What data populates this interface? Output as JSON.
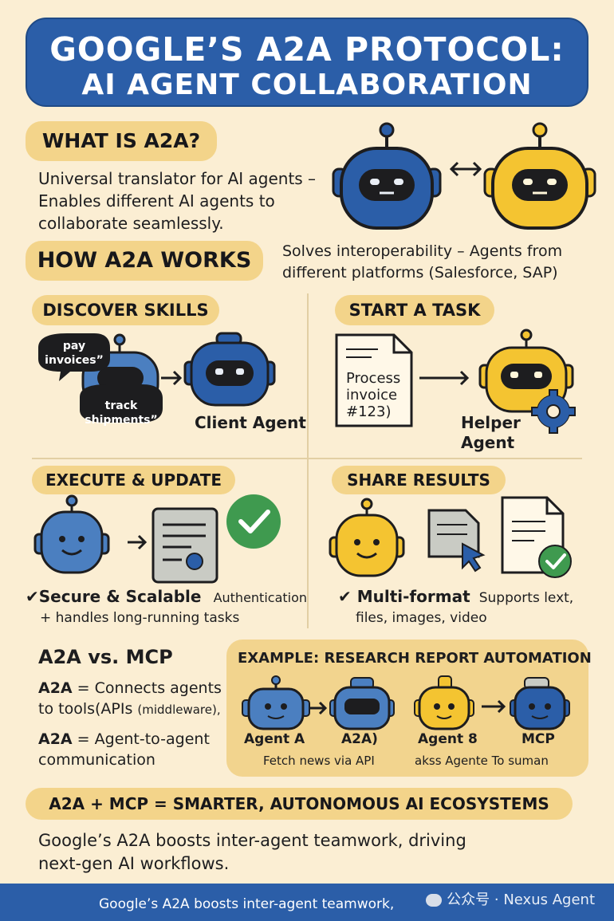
{
  "title": {
    "line1": "GOOGLE’S A2A PROTOCOL:",
    "line2": "AI AGENT COLLABORATION"
  },
  "what": {
    "heading": "WHAT IS A2A?",
    "line1": "Universal translator for AI agents –",
    "line2": "Enables different AI agents to",
    "line3": "collaborate seamlessly."
  },
  "how": {
    "heading": "HOW A2A WORKS",
    "line1": "Solves interoperability – Agents from",
    "line2": "different platforms (Salesforce, SAP)"
  },
  "discover": {
    "heading": "DISCOVER SKILLS",
    "bubble1_l1": "pay",
    "bubble1_l2": "invoices”",
    "bubble2_l1": "track",
    "bubble2_l2": "shipments”",
    "client_label": "Client Agent"
  },
  "start": {
    "heading": "START A TASK",
    "doc_l1": "Process",
    "doc_l2": "invoice",
    "doc_l3": "#123)",
    "helper_l1": "Helper",
    "helper_l2": "Agent"
  },
  "execute": {
    "heading": "EXECUTE & UPDATE",
    "bold": "✔Secure & Scalable",
    "small": "Authentication",
    "line2": "+ handles long-running tasks"
  },
  "share": {
    "heading": "SHARE RESULTS",
    "bold": "✔ Multi-format",
    "small": "Supports lext,",
    "line2": "files, images, video"
  },
  "vs": {
    "heading": "A2A vs. MCP",
    "a_bold": "A2A",
    "a_text": " = Connects agents",
    "a_line2": "to tools(APIs ",
    "a_line2_small": "(middleware),",
    "b_bold": "A2A",
    "b_text": " = Agent-to-agent",
    "b_line2": "communication"
  },
  "example": {
    "heading": "EXAMPLE: RESEARCH REPORT AUTOMATION",
    "agent_a": "Agent A",
    "a2a": "A2A)",
    "agent_b": "Agent 8",
    "mcp": "MCP",
    "cap1": "Fetch news via API",
    "cap2": "akss Agente To suman"
  },
  "summary": {
    "heading": "A2A + MCP = SMARTER, AUTONOMOUS AI ECOSYSTEMS",
    "line1": "Google’s A2A boosts inter-agent teamwork, driving",
    "line2": "next-gen AI workflows."
  },
  "footer": {
    "text": "Google’s A2A boosts inter-agent teamwork,",
    "watermark": "公众号 · Nexus Agent"
  },
  "colors": {
    "blue": "#2b5ea8",
    "yellow": "#f4c431",
    "pill": "#f3d48a",
    "green": "#3f9a4f",
    "bg": "#fbeed3"
  }
}
